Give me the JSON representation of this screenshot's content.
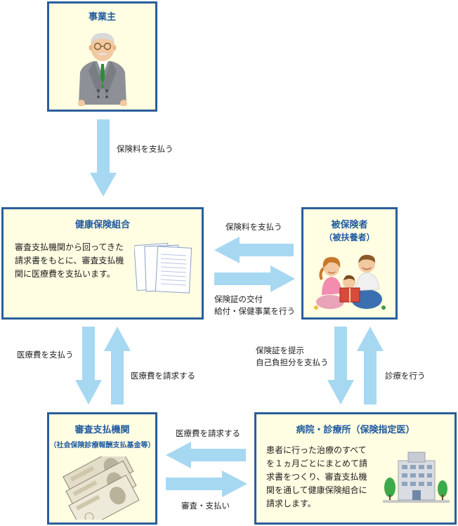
{
  "employer": {
    "title": "事業主"
  },
  "union": {
    "title": "健康保険組合",
    "body": [
      "審査支払機関から回ってきた",
      "請求書をもとに、審査支払機",
      "関に医療費を支払います。"
    ]
  },
  "insured": {
    "title": "被保険者",
    "subtitle": "（被扶養者）"
  },
  "review": {
    "title": "審査支払機関",
    "subtitle": "（社会保険診療報酬支払基金等）"
  },
  "hospital": {
    "title": "病院・診療所（保険指定医）",
    "body": [
      "患者に行った治療のすべて",
      "を１ヵ月ごとにまとめて請",
      "求書をつくり、審査支払機",
      "関を通して健康保険組合に",
      "請求します。"
    ]
  },
  "flows": {
    "employer_to_union": "保険料を支払う",
    "insured_to_union": "保険料を支払う",
    "union_to_insured": [
      "保険証の交付",
      "給付・保健事業を行う"
    ],
    "union_to_review": "医療費を支払う",
    "review_to_union": "医療費を請求する",
    "insured_to_hospital": [
      "保険証を提示",
      "自己負担分を支払う"
    ],
    "hospital_to_insured": "診療を行う",
    "hospital_to_review": "医療費を請求する",
    "review_to_hospital": "審査・支払い"
  },
  "colors": {
    "arrow": "#a7d8f2",
    "border": "#2a5e9b",
    "title": "#1f5a9e",
    "box_fill": "#fffde2"
  }
}
